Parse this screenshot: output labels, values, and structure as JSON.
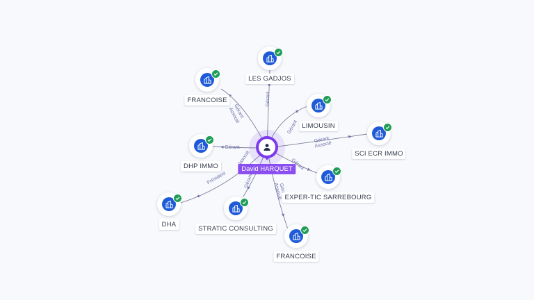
{
  "colors": {
    "company": "#1f5bd8",
    "verified": "#1f9d55",
    "person": "#7c3aed",
    "edge": "#7c7f9a",
    "edge_label": "#6c6ea8"
  },
  "center": {
    "label": "David HARQUET",
    "icon": "person-icon"
  },
  "nodes": [
    {
      "id": "les-gadjos",
      "label": "LES GADJOS",
      "icon": "building-icon",
      "verified": true
    },
    {
      "id": "francoise-top",
      "label": "FRANCOISE",
      "icon": "building-icon",
      "verified": true
    },
    {
      "id": "limousin",
      "label": "LIMOUSIN",
      "icon": "building-icon",
      "verified": true
    },
    {
      "id": "sci-ecr-immo",
      "label": "SCI ECR IMMO",
      "icon": "building-icon",
      "verified": true
    },
    {
      "id": "dhp-immo",
      "label": "DHP IMMO",
      "icon": "building-icon",
      "verified": true
    },
    {
      "id": "exper-tic",
      "label": "EXPER-TIC SARREBOURG",
      "icon": "building-icon",
      "verified": true
    },
    {
      "id": "dha",
      "label": "DHA",
      "icon": "building-icon",
      "verified": true
    },
    {
      "id": "stratic",
      "label": "STRATIC CONSULTING",
      "icon": "building-icon",
      "verified": true
    },
    {
      "id": "francoise-bottom",
      "label": "FRANCOISE",
      "icon": "building-icon",
      "verified": true
    }
  ],
  "edges": [
    {
      "to": "les-gadjos",
      "labels": [
        "Gérant"
      ]
    },
    {
      "to": "francoise-top",
      "labels": [
        "Gérant",
        "Associé"
      ]
    },
    {
      "to": "limousin",
      "labels": [
        "Gérant"
      ]
    },
    {
      "to": "sci-ecr-immo",
      "labels": [
        "Gérant",
        "Associé"
      ]
    },
    {
      "to": "dhp-immo",
      "labels": [
        "Gérant"
      ]
    },
    {
      "to": "exper-tic",
      "labels": [
        "Gérant"
      ]
    },
    {
      "to": "dha",
      "labels": [
        "Président",
        "Associé"
      ]
    },
    {
      "to": "stratic",
      "labels": [
        "Gérant"
      ]
    },
    {
      "to": "francoise-bottom",
      "labels": [
        "Gérant",
        "Associé"
      ]
    }
  ]
}
